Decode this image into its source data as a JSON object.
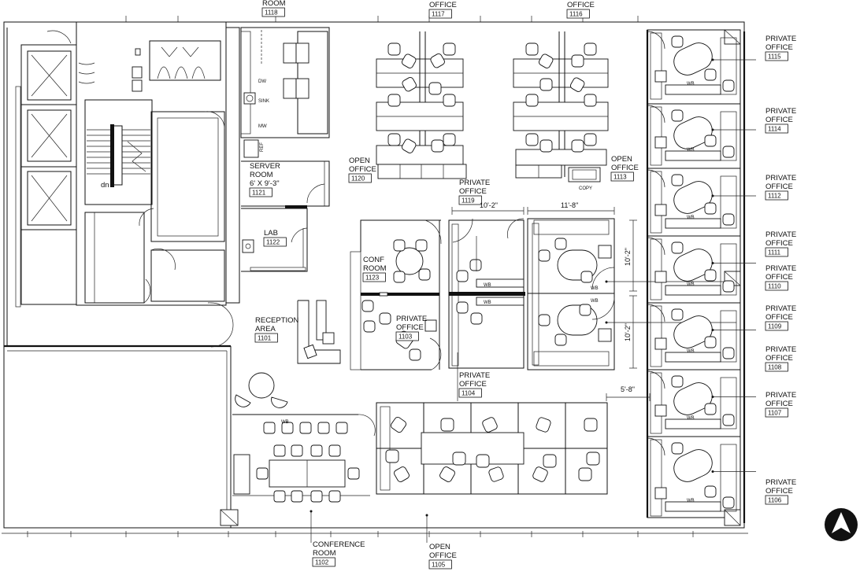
{
  "rooms": [
    {
      "key": "r1118",
      "lines": [
        "ROOM"
      ],
      "number": "1118"
    },
    {
      "key": "r1117",
      "lines": [
        "OFFICE"
      ],
      "number": "1117"
    },
    {
      "key": "r1116",
      "lines": [
        "OFFICE"
      ],
      "number": "1116"
    },
    {
      "key": "r1115",
      "lines": [
        "PRIVATE",
        "OFFICE"
      ],
      "number": "1115"
    },
    {
      "key": "r1114",
      "lines": [
        "PRIVATE",
        "OFFICE"
      ],
      "number": "1114"
    },
    {
      "key": "r1112",
      "lines": [
        "PRIVATE",
        "OFFICE"
      ],
      "number": "1112"
    },
    {
      "key": "r1111",
      "lines": [
        "PRIVATE",
        "OFFICE"
      ],
      "number": "1111"
    },
    {
      "key": "r1110",
      "lines": [
        "PRIVATE",
        "OFFICE"
      ],
      "number": "1110"
    },
    {
      "key": "r1109",
      "lines": [
        "PRIVATE",
        "OFFICE"
      ],
      "number": "1109"
    },
    {
      "key": "r1108",
      "lines": [
        "PRIVATE",
        "OFFICE"
      ],
      "number": "1108"
    },
    {
      "key": "r1107",
      "lines": [
        "PRIVATE",
        "OFFICE"
      ],
      "number": "1107"
    },
    {
      "key": "r1106",
      "lines": [
        "PRIVATE",
        "OFFICE"
      ],
      "number": "1106"
    },
    {
      "key": "r1120",
      "lines": [
        "OPEN",
        "OFFICE"
      ],
      "number": "1120"
    },
    {
      "key": "r1113",
      "lines": [
        "OPEN",
        "OFFICE"
      ],
      "number": "1113"
    },
    {
      "key": "r1119",
      "lines": [
        "PRIVATE",
        "OFFICE"
      ],
      "number": "1119"
    },
    {
      "key": "r1121",
      "lines": [
        "SERVER",
        "ROOM",
        "6' X 9'-3\""
      ],
      "number": "1121"
    },
    {
      "key": "r1122",
      "lines": [
        "LAB"
      ],
      "number": "1122"
    },
    {
      "key": "r1123",
      "lines": [
        "CONF",
        "ROOM"
      ],
      "number": "1123"
    },
    {
      "key": "r1103",
      "lines": [
        "PRIVATE",
        "OFFICE"
      ],
      "number": "1103"
    },
    {
      "key": "r1101",
      "lines": [
        "RECEPTION",
        "AREA"
      ],
      "number": "1101"
    },
    {
      "key": "r1104",
      "lines": [
        "PRIVATE",
        "OFFICE"
      ],
      "number": "1104"
    },
    {
      "key": "r1102",
      "lines": [
        "CONFERENCE",
        "ROOM"
      ],
      "number": "1102"
    },
    {
      "key": "r1105",
      "lines": [
        "OPEN",
        "OFFICE"
      ],
      "number": "1105"
    }
  ],
  "dimensions": [
    "10'-2\"",
    "11'-8\"",
    "10'-2\"",
    "10'-2\"",
    "5'-8\""
  ],
  "fixtures": {
    "dw": "DW",
    "sink": "SINK",
    "mw": "MW",
    "ref": "REF",
    "copy": "COPY",
    "wb": "WB",
    "stair": "dn"
  }
}
